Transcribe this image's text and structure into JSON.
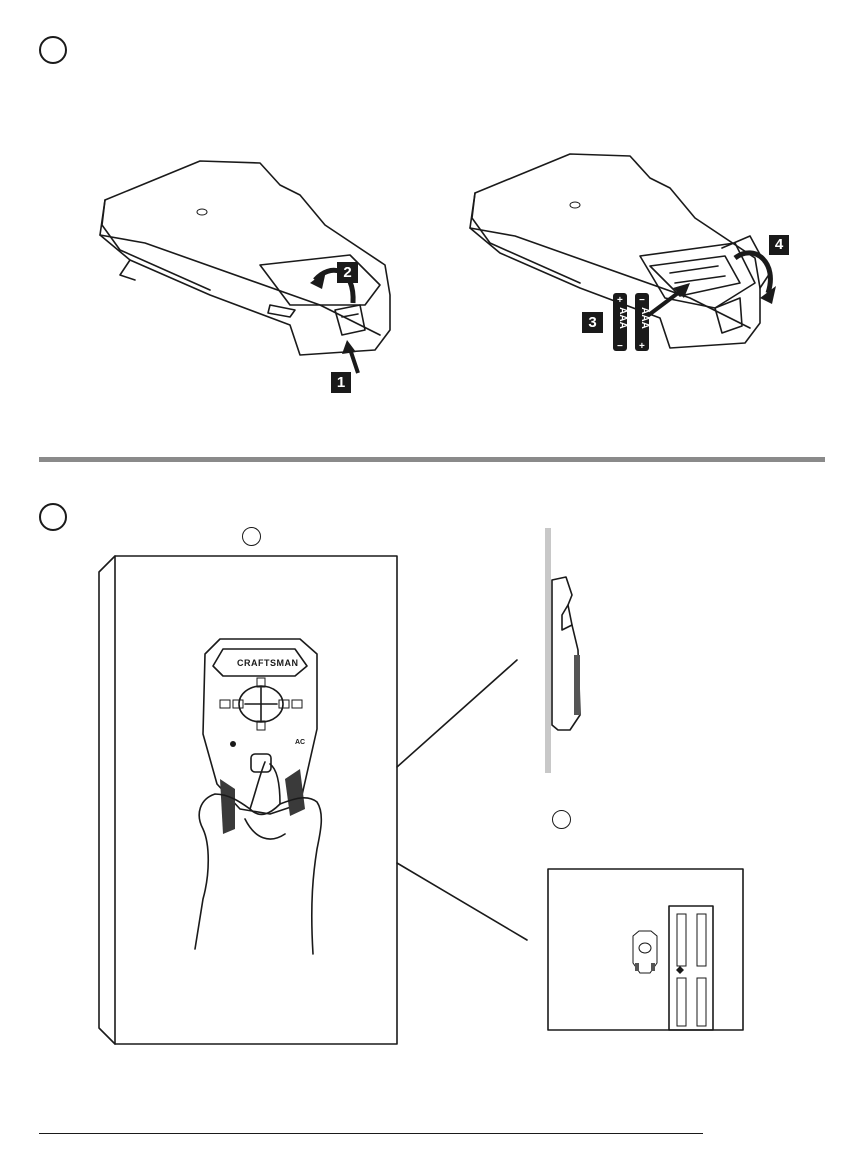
{
  "steps": {
    "step1": "1",
    "step2": "2",
    "step3": "3",
    "step4": "4"
  },
  "battery": {
    "label": "AAA",
    "plus": "+",
    "minus": "−"
  },
  "device": {
    "brand": "CRAFTSMAN",
    "ac_label": "AC"
  },
  "colors": {
    "ink": "#1a1a1a",
    "divider": "#8a8a8a",
    "wall_edge": "#c8c8c8"
  }
}
